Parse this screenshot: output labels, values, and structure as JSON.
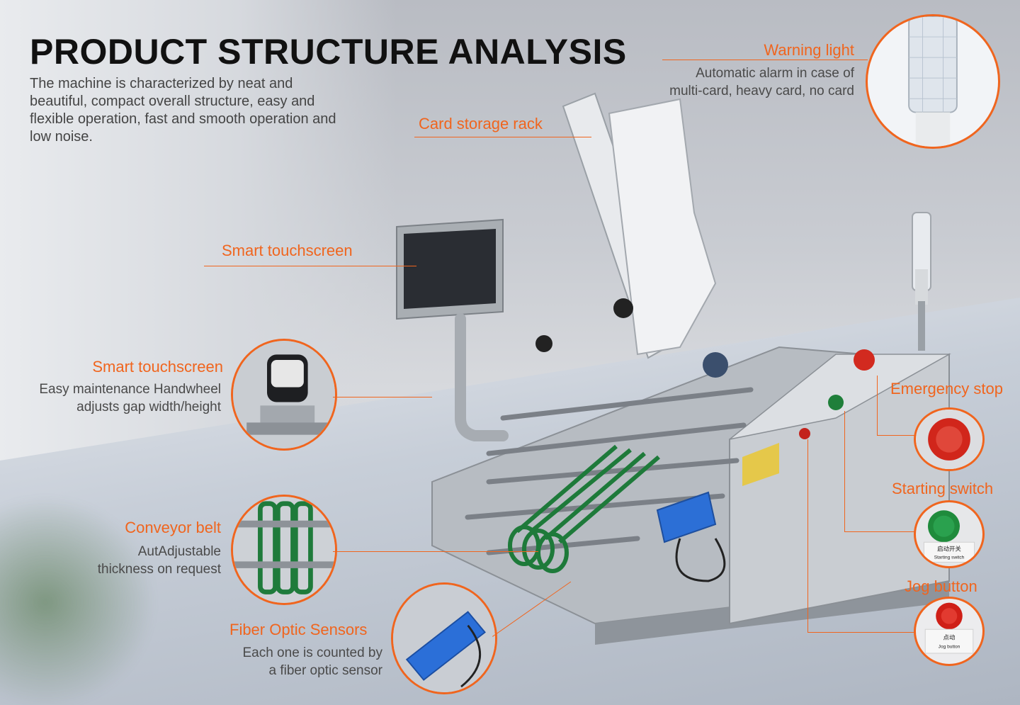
{
  "page": {
    "title": "PRODUCT STRUCTURE ANALYSIS",
    "intro": "The machine is characterized by neat and beautiful, compact overall structure, easy and flexible operation, fast and smooth operation and low noise."
  },
  "callouts": {
    "warning_light": {
      "label": "Warning light",
      "desc_line1": "Automatic alarm in case of",
      "desc_line2": "multi-card, heavy card, no card"
    },
    "card_storage_rack": {
      "label": "Card storage rack"
    },
    "smart_touchscreen": {
      "label": "Smart touchscreen"
    },
    "handwheel": {
      "label": "Smart touchscreen",
      "desc_line1": "Easy maintenance Handwheel",
      "desc_line2": "adjusts gap width/height"
    },
    "emergency_stop": {
      "label": "Emergency stop"
    },
    "starting_switch": {
      "label": "Starting switch",
      "plate_cn": "启动开关",
      "plate_en": "Starting switch"
    },
    "jog_button": {
      "label": "Jog button",
      "plate_cn": "点动",
      "plate_en": "Jog button"
    },
    "conveyor_belt": {
      "label": "Conveyor belt",
      "desc_line1": "AutAdjustable",
      "desc_line2": "thickness on request"
    },
    "fiber_optic": {
      "label": "Fiber Optic Sensors",
      "desc_line1": "Each one is counted by",
      "desc_line2": "a fiber optic sensor"
    }
  },
  "colors": {
    "accent": "#f0651e",
    "title": "#111111",
    "body_text": "#4a4a4a"
  }
}
